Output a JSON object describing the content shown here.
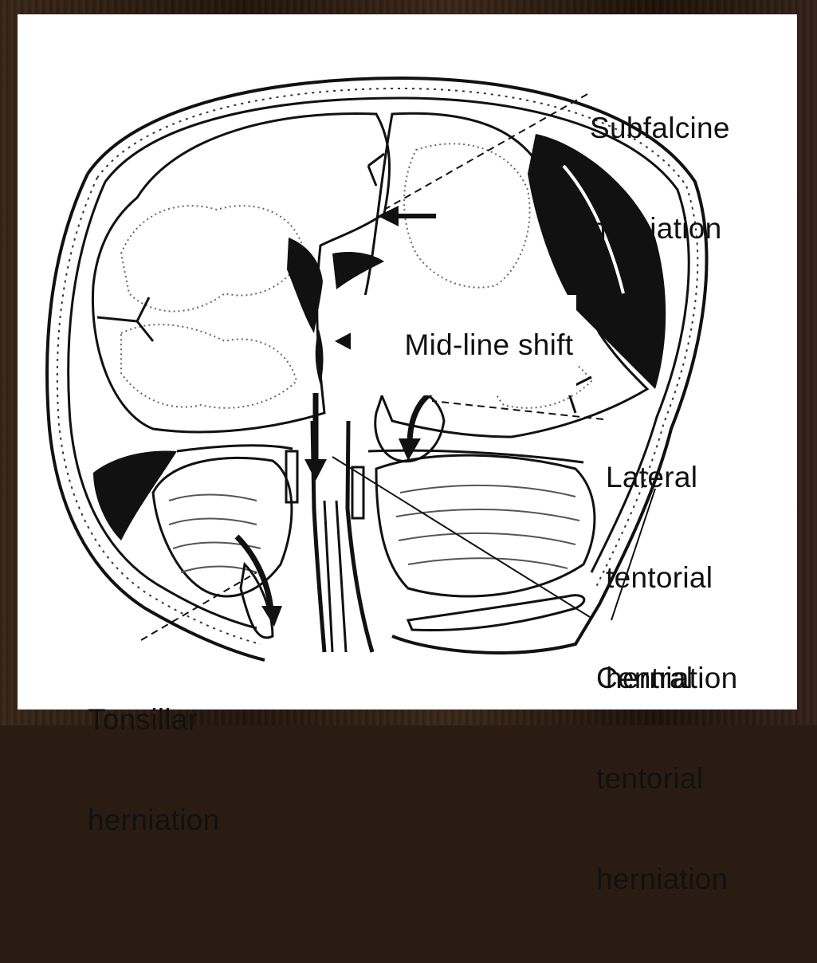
{
  "labels": {
    "subfalcine": [
      "Subfalcine",
      "herniation"
    ],
    "midline": "Mid-line shift",
    "lateral": [
      "Lateral",
      "tentorial",
      "herniation"
    ],
    "central": [
      "Central",
      "tentorial",
      "herniation"
    ],
    "tonsillar": [
      "Tonsillar",
      "herniation"
    ]
  },
  "colors": {
    "ink": "#111111",
    "paper": "#ffffff",
    "frame": "#2a1c12"
  }
}
